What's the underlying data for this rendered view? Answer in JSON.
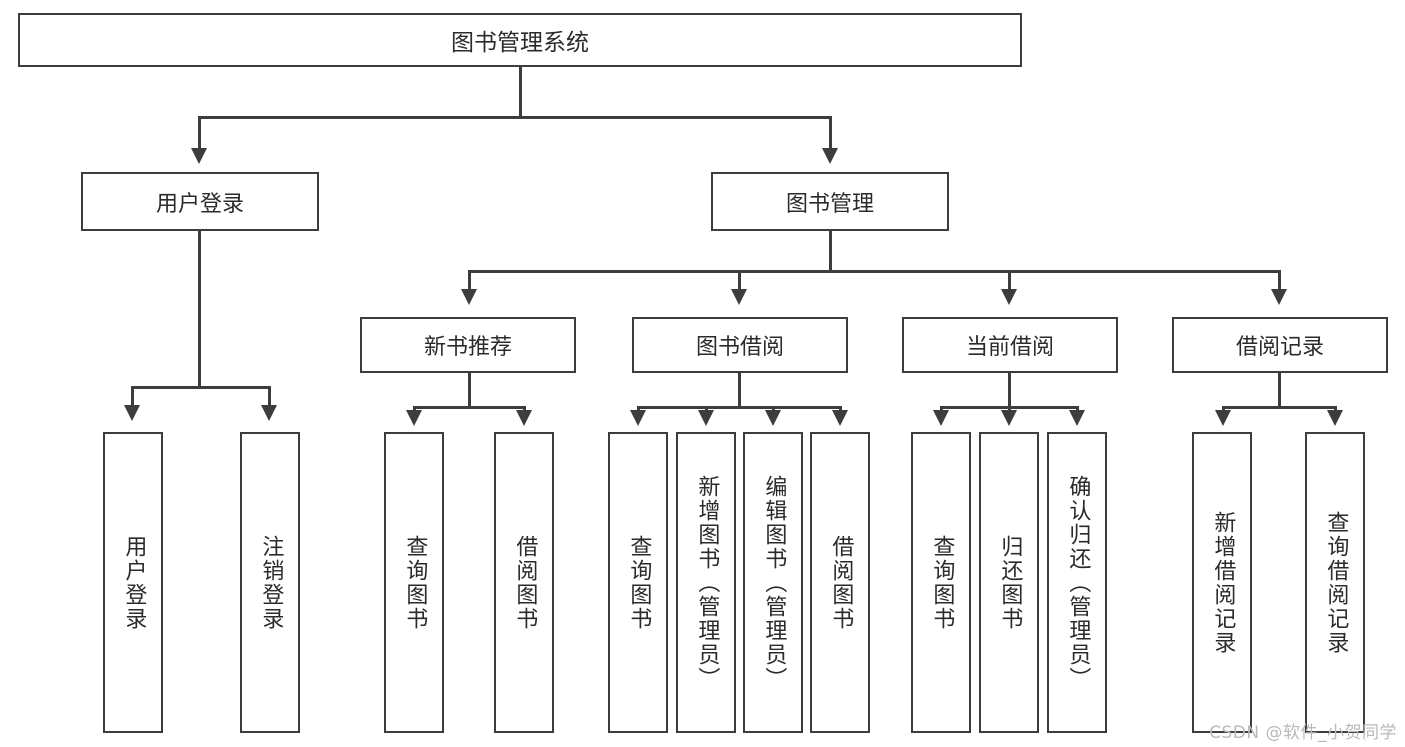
{
  "diagram": {
    "title": "图书管理系统",
    "type": "hierarchy-tree",
    "colors": {
      "border": "#3d3d3d",
      "fill": "#ffffff",
      "text": "#2b2b2b",
      "watermark": "#b9b9b9",
      "background": "#ffffff"
    },
    "root": {
      "label": "图书管理系统"
    },
    "level2": [
      {
        "label": "用户登录"
      },
      {
        "label": "图书管理"
      }
    ],
    "level3": [
      {
        "label": "新书推荐"
      },
      {
        "label": "图书借阅"
      },
      {
        "label": "当前借阅"
      },
      {
        "label": "借阅记录"
      }
    ],
    "leaves": {
      "user_login": [
        {
          "label": "用户登录"
        },
        {
          "label": "注销登录"
        }
      ],
      "new_book_recommend": [
        {
          "label": "查询图书"
        },
        {
          "label": "借阅图书"
        }
      ],
      "book_borrow": [
        {
          "label": "查询图书"
        },
        {
          "label": "新增图书（管理员）"
        },
        {
          "label": "编辑图书（管理员）"
        },
        {
          "label": "借阅图书"
        }
      ],
      "current_borrow": [
        {
          "label": "查询图书"
        },
        {
          "label": "归还图书"
        },
        {
          "label": "确认归还（管理员）"
        }
      ],
      "borrow_record": [
        {
          "label": "新增借阅记录"
        },
        {
          "label": "查询借阅记录"
        }
      ]
    }
  },
  "watermark": {
    "text": "CSDN @软件_小贺同学"
  }
}
